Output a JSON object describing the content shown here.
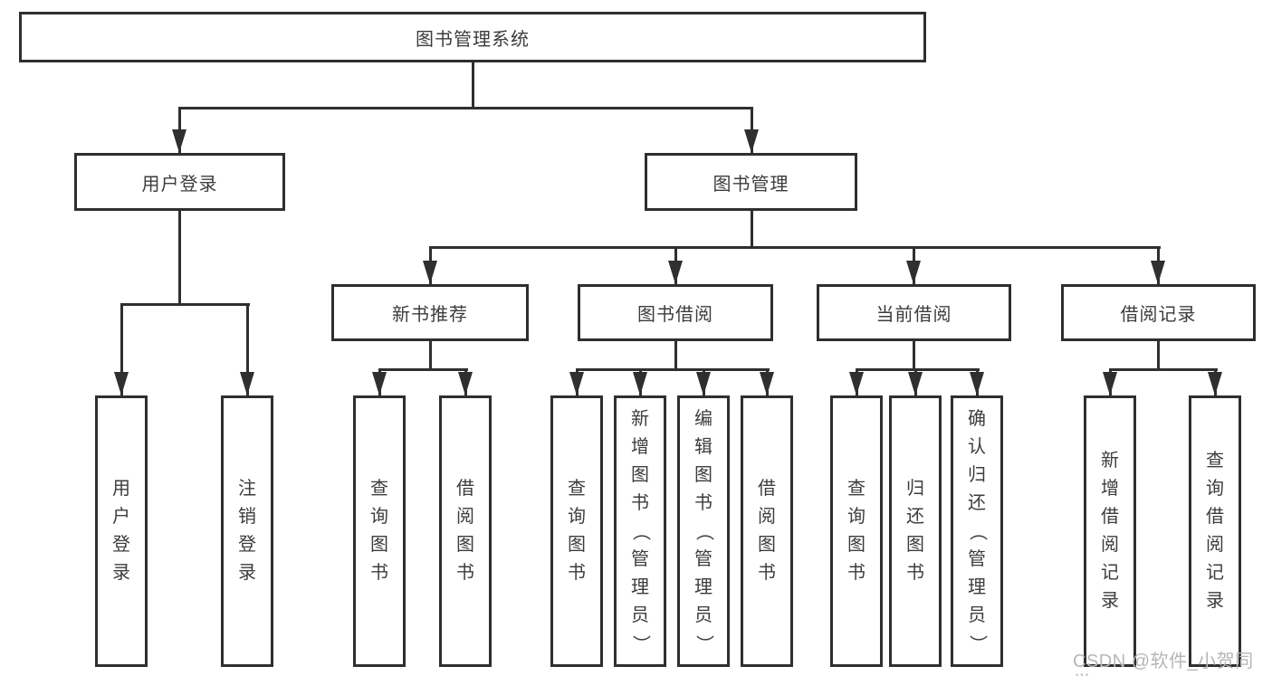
{
  "diagram": {
    "root": {
      "label": "图书管理系统"
    },
    "level2": {
      "user_login": {
        "label": "用户登录"
      },
      "book_mgmt": {
        "label": "图书管理"
      }
    },
    "level3": {
      "new_book_rec": {
        "label": "新书推荐"
      },
      "book_borrow": {
        "label": "图书借阅"
      },
      "current_borrow": {
        "label": "当前借阅"
      },
      "borrow_records": {
        "label": "借阅记录"
      }
    },
    "leaves": {
      "g1_user_login": {
        "label": "用户登录"
      },
      "g1_logout_login": {
        "label": "注销登录"
      },
      "g2_query_books": {
        "label": "查询图书"
      },
      "g2_borrow_books": {
        "label": "借阅图书"
      },
      "g3_query_books": {
        "label": "查询图书"
      },
      "g3_add_books_admin": {
        "label": "新增图书（管理员）"
      },
      "g3_edit_books_admin": {
        "label": "编辑图书（管理员）"
      },
      "g3_borrow_books": {
        "label": "借阅图书"
      },
      "g4_query_books": {
        "label": "查询图书"
      },
      "g4_return_books": {
        "label": "归还图书"
      },
      "g4_confirm_return_admin": {
        "label": "确认归还（管理员）"
      },
      "g5_add_borrow_record": {
        "label": "新增借阅记录"
      },
      "g5_query_borrow_record": {
        "label": "查询借阅记录"
      }
    }
  },
  "watermark": {
    "text": "CSDN @软件_小贺同学"
  },
  "colors": {
    "line": "#2f2f2f",
    "text": "#3c3c3c",
    "watermark": "#b6b6b6",
    "background": "#ffffff"
  }
}
